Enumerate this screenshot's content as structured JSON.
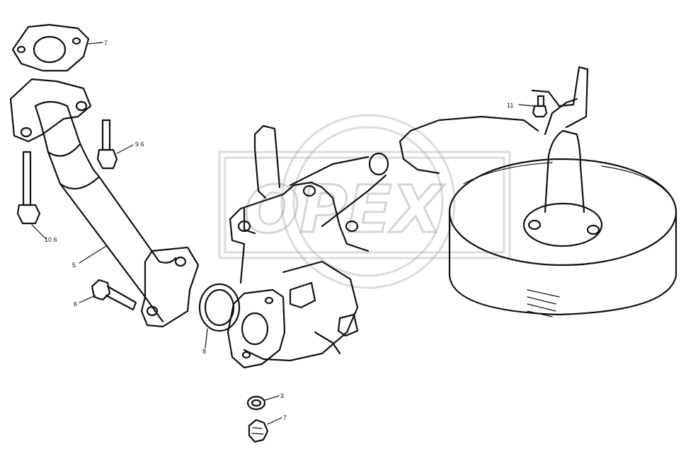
{
  "watermark": {
    "text": "OPEX"
  },
  "callouts": [
    {
      "id": "gasket-top",
      "label": "7"
    },
    {
      "id": "bolt-96",
      "label": "9 6"
    },
    {
      "id": "bolt-106",
      "label": "10 6"
    },
    {
      "id": "pipe",
      "label": "5"
    },
    {
      "id": "bolt-6",
      "label": "6"
    },
    {
      "id": "ring-gasket",
      "label": "8"
    },
    {
      "id": "bolt-11",
      "label": "11"
    },
    {
      "id": "washer",
      "label": "3"
    },
    {
      "id": "nut",
      "label": "7"
    }
  ]
}
